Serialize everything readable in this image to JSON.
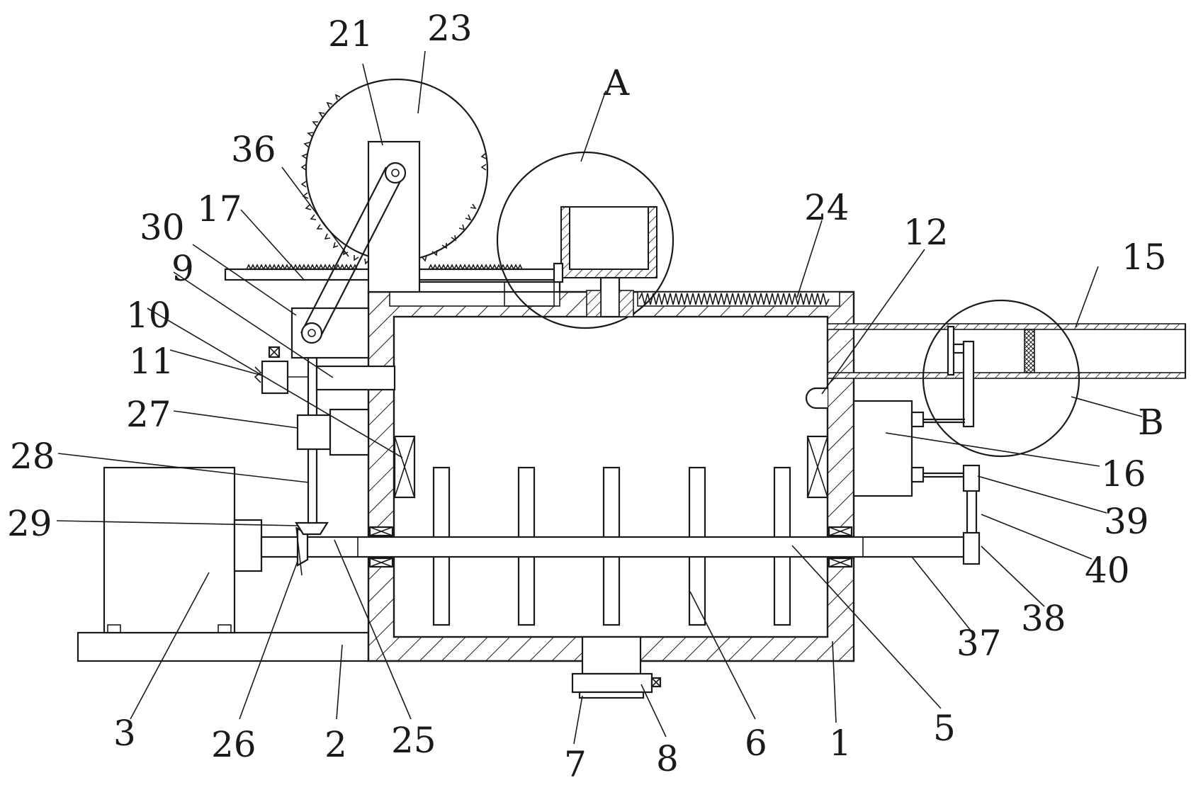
{
  "diagram": {
    "labels": {
      "n1": "1",
      "n2": "2",
      "n3": "3",
      "n5": "5",
      "n6": "6",
      "n7": "7",
      "n8": "8",
      "n9": "9",
      "n10": "10",
      "n11": "11",
      "n12": "12",
      "n15": "15",
      "n16": "16",
      "n17": "17",
      "n21": "21",
      "n23": "23",
      "n24": "24",
      "n25": "25",
      "n26": "26",
      "n27": "27",
      "n28": "28",
      "n29": "29",
      "n30": "30",
      "n36": "36",
      "n37": "37",
      "n38": "38",
      "n39": "39",
      "n40": "40",
      "detailA": "A",
      "detailB": "B"
    },
    "colors": {
      "ink": "#1a1a1a",
      "paper": "#ffffff"
    }
  }
}
